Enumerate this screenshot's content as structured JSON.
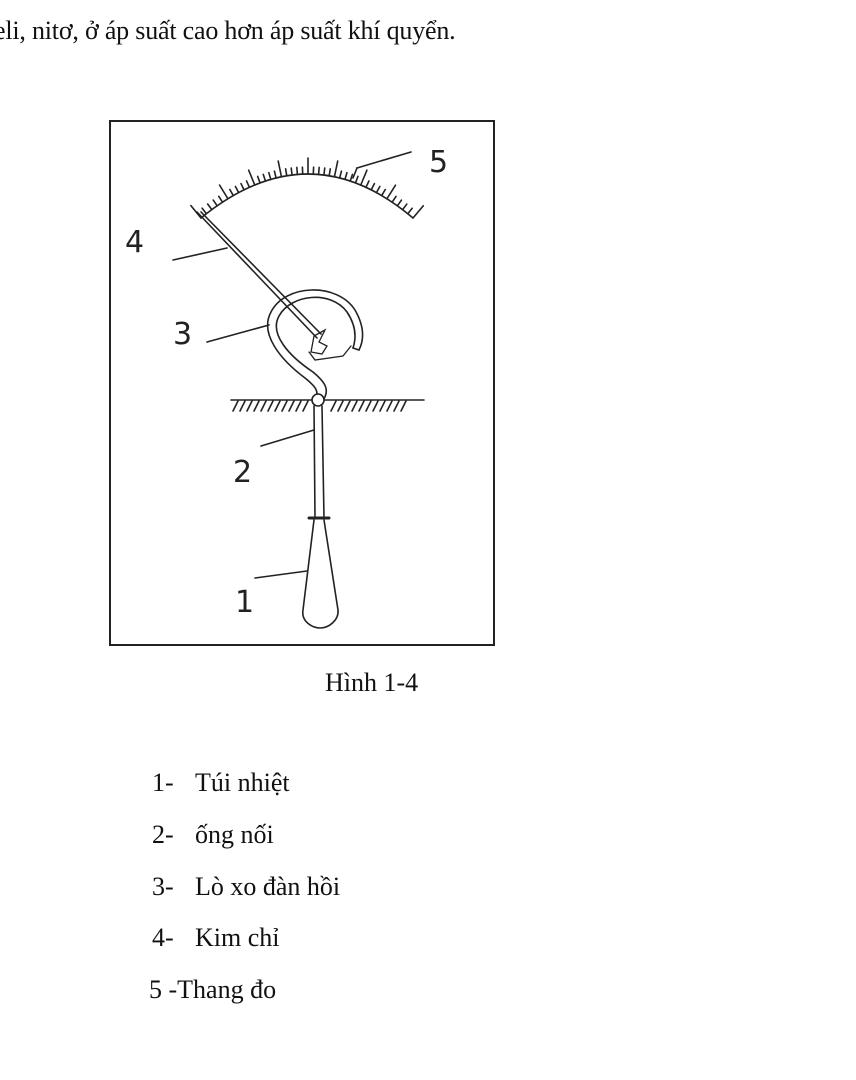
{
  "document": {
    "top_line": "eli, nitơ, ở áp suất cao hơn áp suất khí quyển.",
    "figure": {
      "caption": "Hình 1-4",
      "callout_labels": [
        "1",
        "2",
        "3",
        "4",
        "5"
      ]
    },
    "legend": [
      {
        "num": "1-",
        "text": "Túi nhiệt"
      },
      {
        "num": "2-",
        "text": "ống nối"
      },
      {
        "num": "3-",
        "text": "Lò xo đàn hồi"
      },
      {
        "num": "4-",
        "text": "Kim chỉ"
      },
      {
        "num": "5 -",
        "text": "Thang đo"
      }
    ]
  }
}
